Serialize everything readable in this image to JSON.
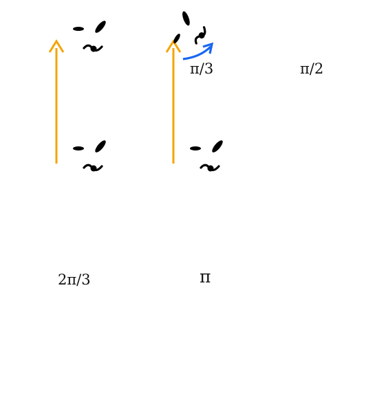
{
  "colors": {
    "axis": "#F5A300",
    "rotation_arrow": "#1666F0",
    "reflection_arrow": "#EE4A2E",
    "motif": "#000000",
    "mirror_fill": "#E6E6E6",
    "mirror_edge": "#000000"
  },
  "panels": [
    {
      "id": "identity",
      "rotation_label": ""
    },
    {
      "id": "rotate-pi-over-3",
      "rotation_label": "π/3"
    },
    {
      "id": "rotate-pi-over-2",
      "rotation_label": "π/2"
    },
    {
      "id": "rotate-2pi-over-3",
      "rotation_label": "2π/3"
    },
    {
      "id": "rotate-pi",
      "rotation_label": "π"
    },
    {
      "id": "mirror-reflection",
      "rotation_label": ""
    }
  ]
}
